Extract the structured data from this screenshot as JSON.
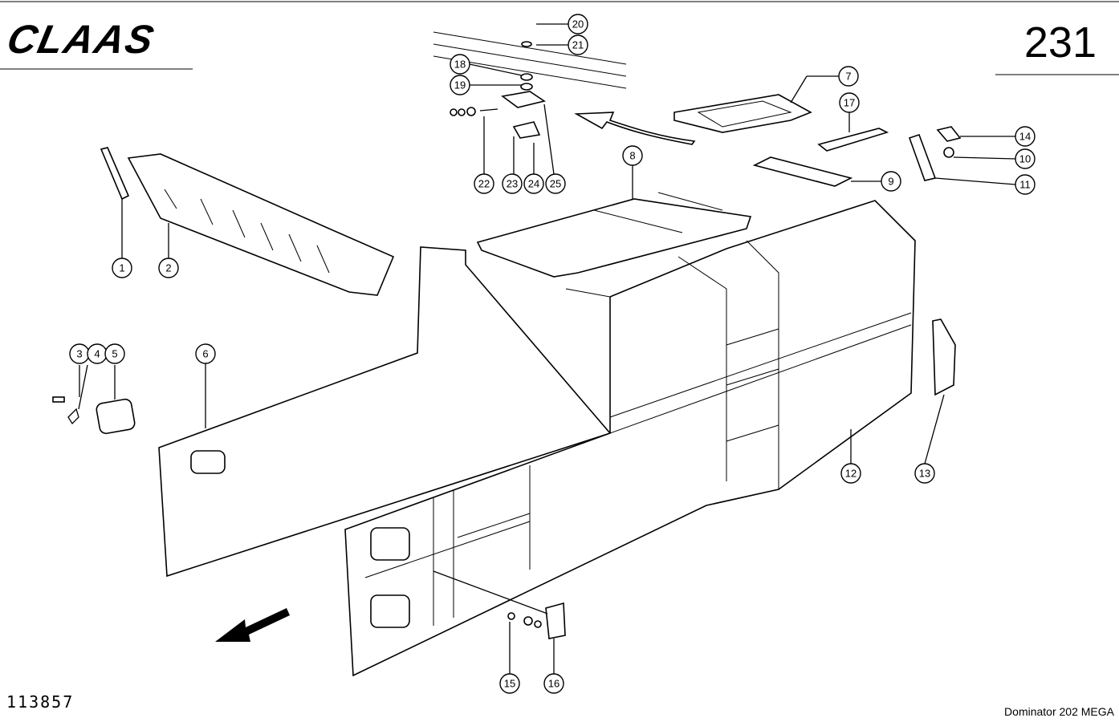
{
  "header": {
    "brand": "CLAAS",
    "page_number": "231"
  },
  "footer": {
    "drawing_number": "113857",
    "model": "Dominator  202 MEGA"
  },
  "callouts": [
    "1",
    "2",
    "3",
    "4",
    "5",
    "6",
    "7",
    "8",
    "9",
    "10",
    "11",
    "12",
    "13",
    "14",
    "15",
    "16",
    "17",
    "18",
    "19",
    "20",
    "21",
    "22",
    "23",
    "24",
    "25"
  ]
}
